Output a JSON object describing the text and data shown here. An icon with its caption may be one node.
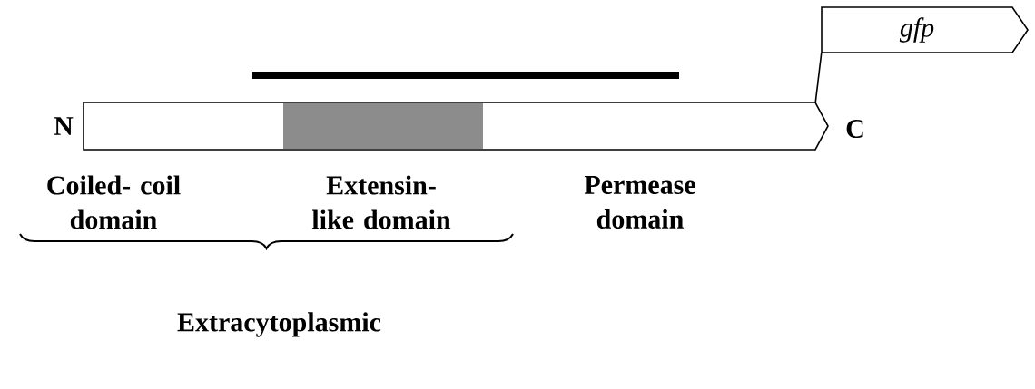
{
  "diagram": {
    "nodes": [
      {
        "text": [],
        "shape": "bar"
      },
      {
        "text": [
          "gfp"
        ]
      }
    ],
    "edges": [
      {
        "from": 0,
        "to": 1,
        "arrow": "none"
      }
    ],
    "labels": [
      "N",
      "C",
      "Coiled- coil domain",
      "Extensin- like domain",
      "Permease domain",
      "Extracytoplasmic"
    ]
  }
}
